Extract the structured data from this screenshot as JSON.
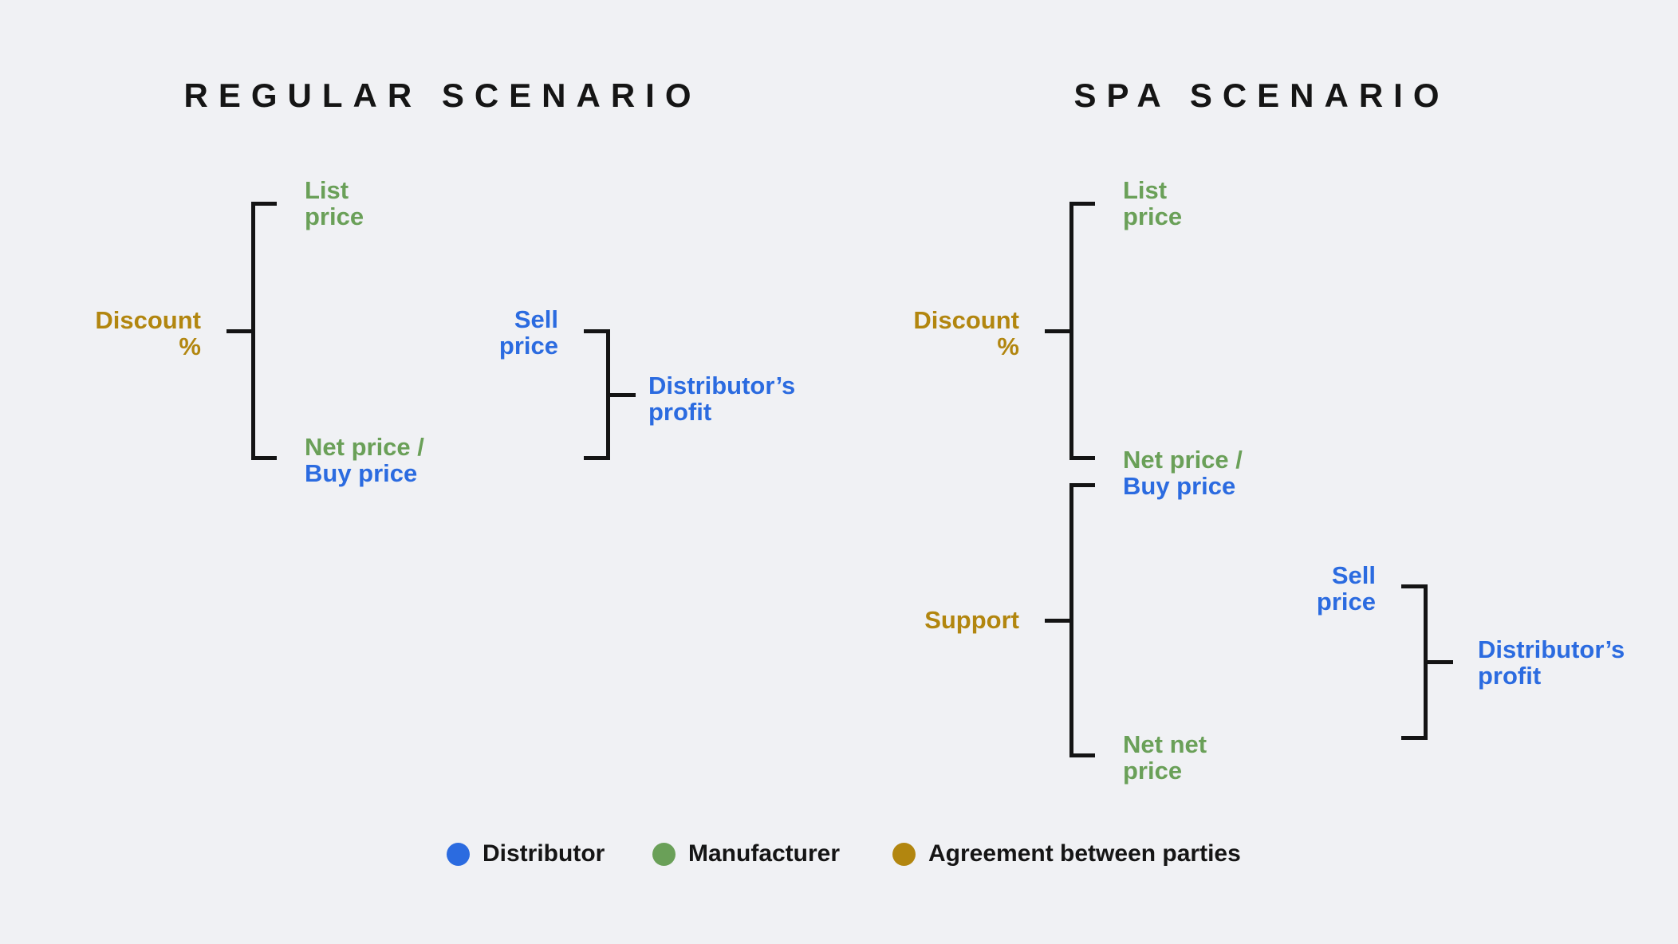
{
  "canvas": {
    "background": "#f0f1f4"
  },
  "colors": {
    "distributor_blue": "#2b6be0",
    "manufacturer_green": "#6aa058",
    "agreement_gold": "#b2860f",
    "ink_black": "#151515",
    "bracket_black": "#141414"
  },
  "titles": {
    "left": "REGULAR SCENARIO",
    "right": "SPA SCENARIO"
  },
  "regular": {
    "list_price": [
      "List",
      "price"
    ],
    "discount": [
      "Discount",
      "%"
    ],
    "net_price": "Net price /",
    "buy_price": "Buy price",
    "sell_price": [
      "Sell",
      "price"
    ],
    "distributor_profit": [
      "Distributor’s",
      "profit"
    ]
  },
  "spa": {
    "list_price": [
      "List",
      "price"
    ],
    "discount": [
      "Discount",
      "%"
    ],
    "net_price": "Net price /",
    "buy_price": "Buy price",
    "support": "Support",
    "net_net_price": [
      "Net net",
      "price"
    ],
    "sell_price": [
      "Sell",
      "price"
    ],
    "distributor_profit": [
      "Distributor’s",
      "profit"
    ]
  },
  "legend": {
    "items": [
      {
        "label": "Distributor",
        "color": "#2b6be0"
      },
      {
        "label": "Manufacturer",
        "color": "#6aa058"
      },
      {
        "label": "Agreement between parties",
        "color": "#b2860f"
      }
    ]
  }
}
